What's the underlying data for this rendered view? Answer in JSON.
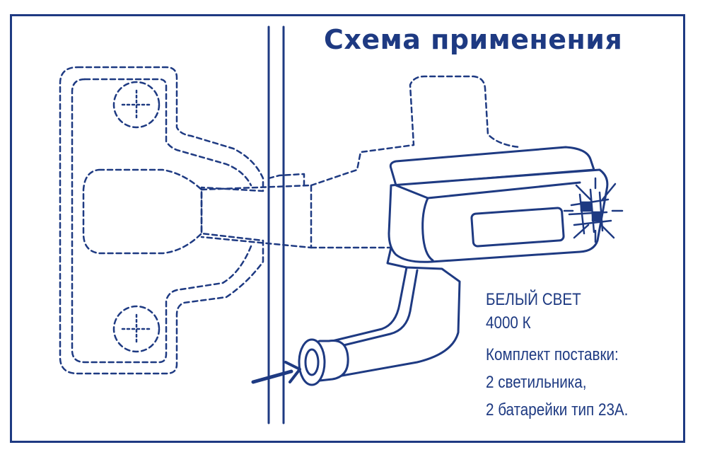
{
  "title": "Схема применения",
  "info": {
    "light_type": "БЕЛЫЙ СВЕТ",
    "color_temp": "4000 К",
    "package_heading": "Комплект поставки:",
    "package_item_1": "2 светильника,",
    "package_item_2": "2 батарейки тип 23А."
  },
  "colors": {
    "primary": "#1e3a82",
    "background": "#ffffff"
  }
}
